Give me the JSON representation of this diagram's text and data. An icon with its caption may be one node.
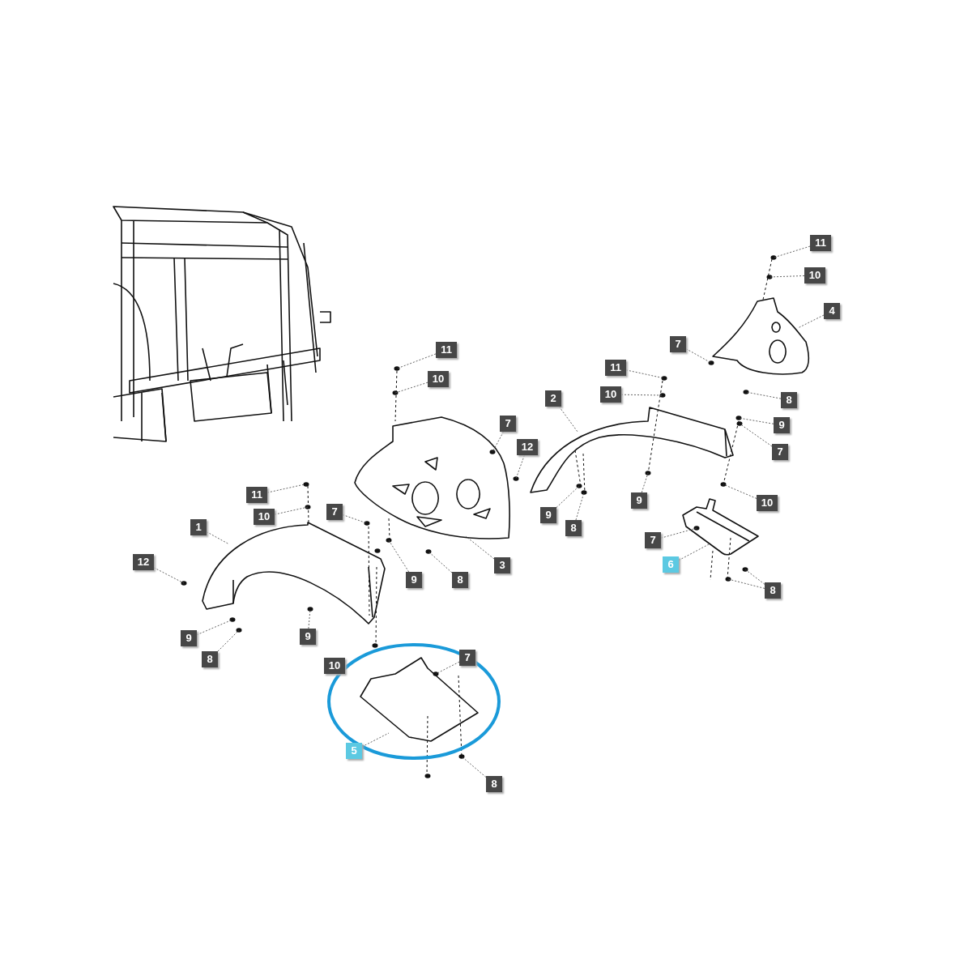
{
  "diagram": {
    "nodes": [
      {
        "text": [
          "11"
        ]
      },
      {
        "text": [
          "10"
        ]
      },
      {
        "text": [
          "4"
        ]
      },
      {
        "text": [
          "7"
        ]
      },
      {
        "text": [
          "11"
        ]
      },
      {
        "text": [
          "10"
        ]
      },
      {
        "text": [
          "11"
        ]
      },
      {
        "text": [
          "10"
        ]
      },
      {
        "text": [
          "2"
        ]
      },
      {
        "text": [
          "8"
        ]
      },
      {
        "text": [
          "9"
        ]
      },
      {
        "text": [
          "7"
        ]
      },
      {
        "text": [
          "7"
        ]
      },
      {
        "text": [
          "12"
        ]
      },
      {
        "text": [
          "9"
        ]
      },
      {
        "text": [
          "10"
        ]
      },
      {
        "text": [
          "11"
        ]
      },
      {
        "text": [
          "9"
        ]
      },
      {
        "text": [
          "10"
        ]
      },
      {
        "text": [
          "7"
        ]
      },
      {
        "text": [
          "1"
        ]
      },
      {
        "text": [
          "8"
        ]
      },
      {
        "text": [
          "7"
        ]
      },
      {
        "text": [
          "12"
        ]
      },
      {
        "text": [
          "6"
        ]
      },
      {
        "text": [
          "3"
        ]
      },
      {
        "text": [
          "9"
        ]
      },
      {
        "text": [
          "8"
        ]
      },
      {
        "text": [
          "8"
        ]
      },
      {
        "text": [
          "9"
        ]
      },
      {
        "text": [
          "9"
        ]
      },
      {
        "text": [
          "8"
        ]
      },
      {
        "text": [
          "7"
        ]
      },
      {
        "text": [
          "5"
        ]
      },
      {
        "text": [
          "8"
        ]
      },
      {
        "text": [
          "10"
        ]
      }
    ],
    "edges": [
      {
        "from": 0,
        "to": null,
        "arrow": "none"
      },
      {
        "from": 1,
        "to": null,
        "arrow": "none"
      },
      {
        "from": 2,
        "to": null,
        "arrow": "none"
      },
      {
        "from": 3,
        "to": null,
        "arrow": "none"
      },
      {
        "from": 4,
        "to": null,
        "arrow": "none"
      },
      {
        "from": 5,
        "to": null,
        "arrow": "none"
      },
      {
        "from": 6,
        "to": null,
        "arrow": "none"
      },
      {
        "from": 7,
        "to": null,
        "arrow": "none"
      },
      {
        "from": 8,
        "to": null,
        "arrow": "none"
      },
      {
        "from": 9,
        "to": null,
        "arrow": "none"
      },
      {
        "from": 10,
        "to": null,
        "arrow": "none"
      },
      {
        "from": 11,
        "to": null,
        "arrow": "none"
      },
      {
        "from": 12,
        "to": null,
        "arrow": "none"
      },
      {
        "from": 13,
        "to": null,
        "arrow": "none"
      },
      {
        "from": 14,
        "to": null,
        "arrow": "none"
      },
      {
        "from": 15,
        "to": null,
        "arrow": "none"
      },
      {
        "from": 16,
        "to": null,
        "arrow": "none"
      },
      {
        "from": 17,
        "to": null,
        "arrow": "none"
      },
      {
        "from": 18,
        "to": null,
        "arrow": "none"
      },
      {
        "from": 19,
        "to": null,
        "arrow": "none"
      },
      {
        "from": 20,
        "to": null,
        "arrow": "none"
      },
      {
        "from": 21,
        "to": null,
        "arrow": "none"
      },
      {
        "from": 22,
        "to": null,
        "arrow": "none"
      },
      {
        "from": 23,
        "to": null,
        "arrow": "none"
      },
      {
        "from": 24,
        "to": null,
        "arrow": "none"
      },
      {
        "from": 25,
        "to": null,
        "arrow": "none"
      },
      {
        "from": 26,
        "to": null,
        "arrow": "none"
      },
      {
        "from": 27,
        "to": null,
        "arrow": "none"
      },
      {
        "from": 28,
        "to": null,
        "arrow": "none"
      },
      {
        "from": 28,
        "to": null,
        "arrow": "none"
      },
      {
        "from": 29,
        "to": null,
        "arrow": "none"
      },
      {
        "from": 30,
        "to": null,
        "arrow": "none"
      },
      {
        "from": 31,
        "to": null,
        "arrow": "none"
      },
      {
        "from": 32,
        "to": null,
        "arrow": "none"
      },
      {
        "from": 33,
        "to": null,
        "arrow": "none"
      },
      {
        "from": 34,
        "to": null,
        "arrow": "none"
      }
    ],
    "labels": []
  }
}
